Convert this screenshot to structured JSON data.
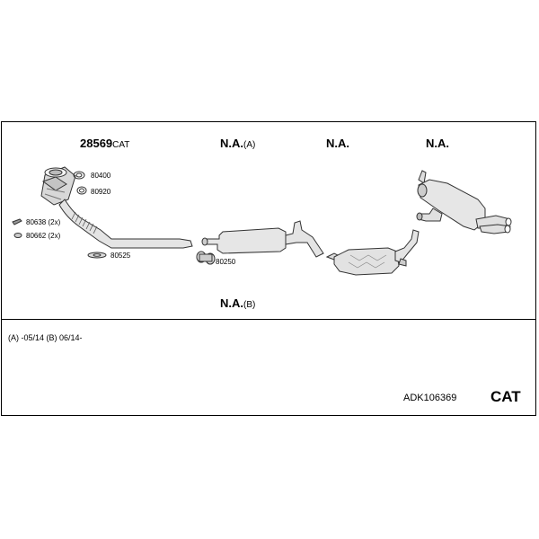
{
  "header": {
    "main_part_number": "28569",
    "main_part_suffix": "CAT",
    "na_a_text": "N.A.",
    "na_a_suffix": "(A)",
    "na_center": "N.A.",
    "na_right": "N.A.",
    "na_b_text": "N.A.",
    "na_b_suffix": "(B)"
  },
  "parts": {
    "p80400": "80400",
    "p80920": "80920",
    "p80638": "80638 (2x)",
    "p80662": "80662 (2x)",
    "p80525": "80525",
    "p80250": "80250"
  },
  "footer": {
    "note": "(A) -05/14 (B) 06/14-",
    "kit_code": "ADK106369",
    "kit_type": "CAT"
  }
}
